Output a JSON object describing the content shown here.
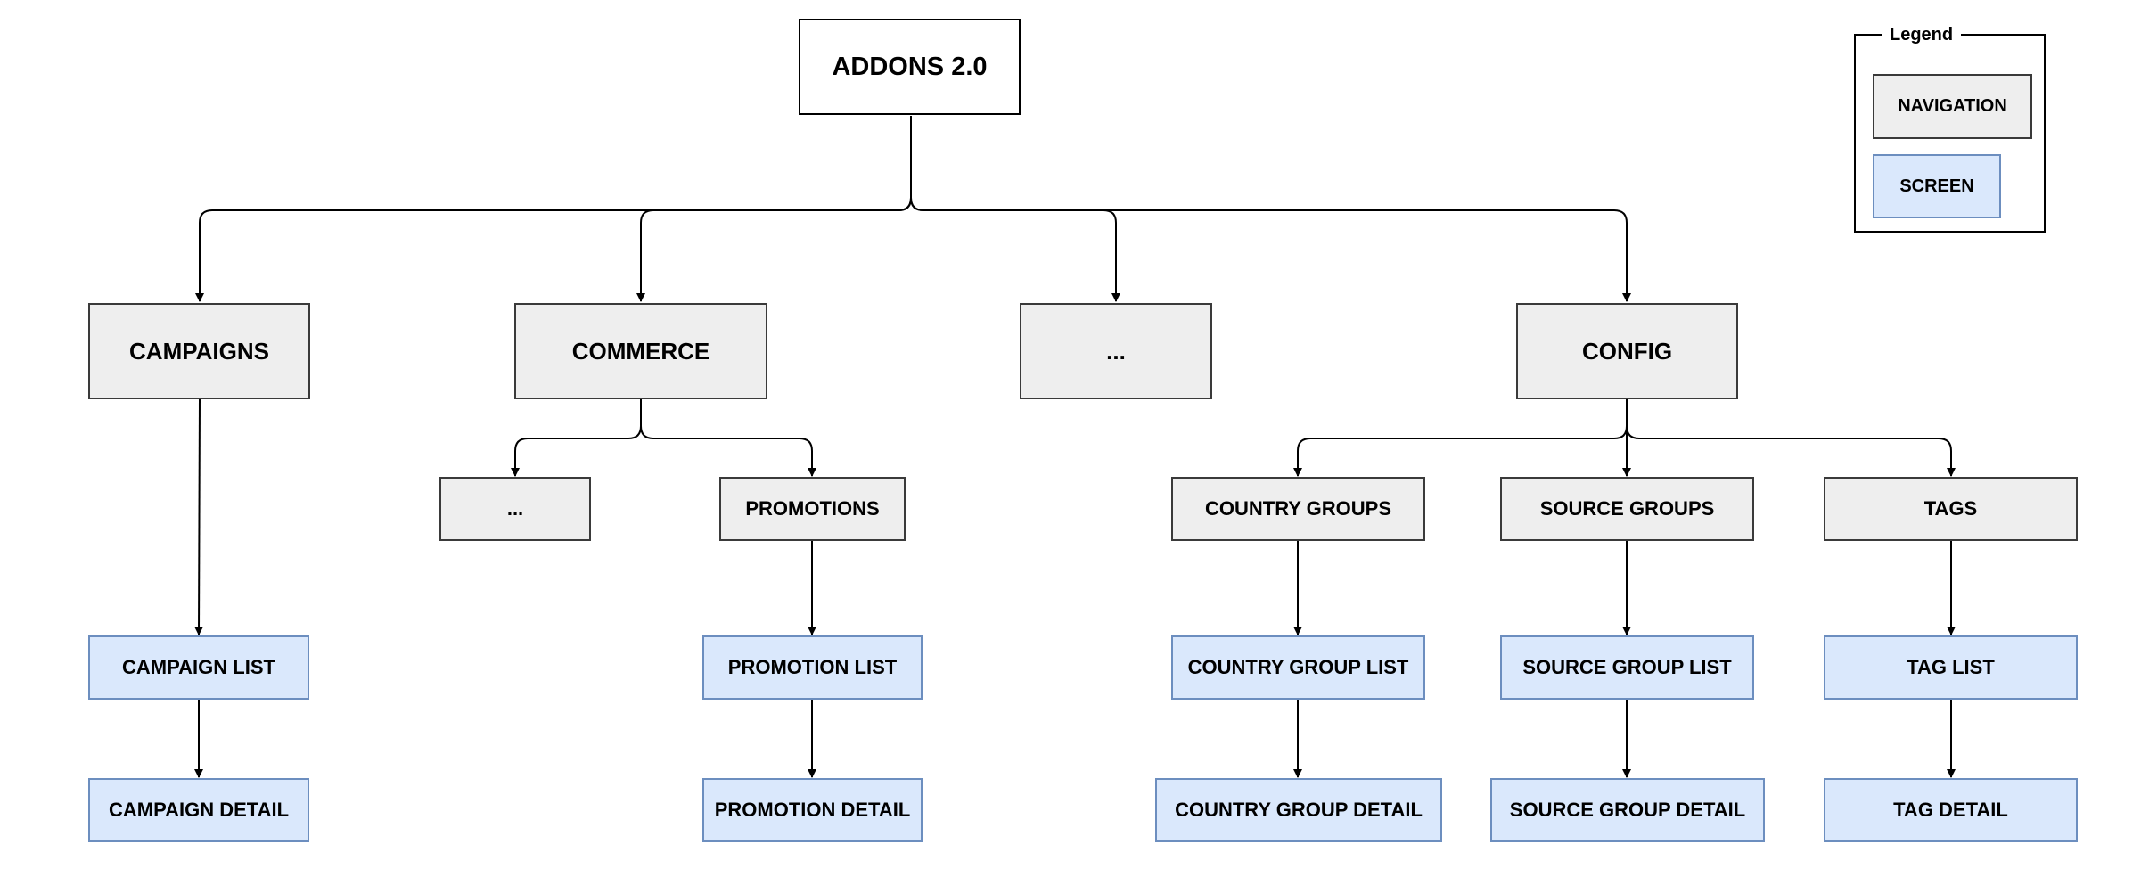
{
  "diagram": {
    "root": {
      "label": "ADDONS 2.0"
    },
    "sections": {
      "campaigns": "CAMPAIGNS",
      "commerce": "COMMERCE",
      "ellipsis": "...",
      "config": "CONFIG"
    },
    "commerce_children": {
      "ellipsis": "...",
      "promotions": "PROMOTIONS"
    },
    "config_children": {
      "country_groups": "COUNTRY GROUPS",
      "source_groups": "SOURCE GROUPS",
      "tags": "TAGS"
    },
    "screens": {
      "campaign_list": "CAMPAIGN LIST",
      "campaign_detail": "CAMPAIGN DETAIL",
      "promotion_list": "PROMOTION LIST",
      "promotion_detail": "PROMOTION DETAIL",
      "country_group_list": "COUNTRY GROUP LIST",
      "country_group_detail": "COUNTRY GROUP DETAIL",
      "source_group_list": "SOURCE GROUP LIST",
      "source_group_detail": "SOURCE GROUP DETAIL",
      "tag_list": "TAG LIST",
      "tag_detail": "TAG DETAIL"
    }
  },
  "legend": {
    "title": "Legend",
    "navigation": "NAVIGATION",
    "screen": "SCREEN"
  },
  "colors": {
    "navigation_fill": "#eeeeee",
    "navigation_stroke": "#3a3a3a",
    "screen_fill": "#dae8fc",
    "screen_stroke": "#6c8ebf",
    "connector": "#000000"
  }
}
